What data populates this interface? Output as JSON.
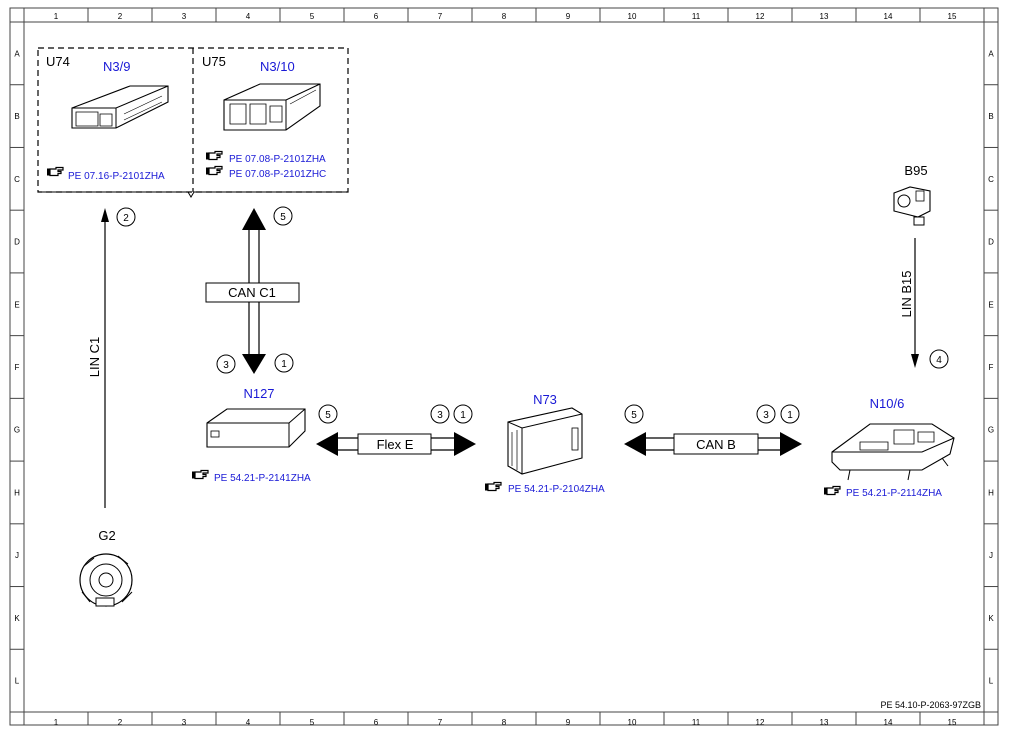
{
  "frame": {
    "col_labels": [
      "1",
      "2",
      "3",
      "4",
      "5",
      "6",
      "7",
      "8",
      "9",
      "10",
      "11",
      "12",
      "13",
      "14",
      "15"
    ],
    "row_labels": [
      "A",
      "B",
      "C",
      "D",
      "E",
      "F",
      "G",
      "H",
      "J",
      "K",
      "L"
    ]
  },
  "colors": {
    "link": "#1a1ad6",
    "ink": "#000000",
    "frame_line": "#444444"
  },
  "icons": {
    "reference": "pointing-hand-icon"
  },
  "components": {
    "u74": {
      "tag": "U74",
      "name": "N3/9",
      "ref": "PE 07.16-P-2101ZHA"
    },
    "u75": {
      "tag": "U75",
      "name": "N3/10",
      "refs": [
        "PE 07.08-P-2101ZHA",
        "PE 07.08-P-2101ZHC"
      ]
    },
    "n127": {
      "name": "N127",
      "ref": "PE 54.21-P-2141ZHA"
    },
    "n73": {
      "name": "N73",
      "ref": "PE 54.21-P-2104ZHA"
    },
    "n106": {
      "name": "N10/6",
      "ref": "PE 54.21-P-2114ZHA"
    },
    "b95": {
      "name": "B95"
    },
    "g2": {
      "name": "G2"
    }
  },
  "buses": {
    "can_c1": "CAN C1",
    "lin_c1": "LIN C1",
    "lin_b15": "LIN B15",
    "flex_e": "Flex E",
    "can_b": "CAN B"
  },
  "markers": {
    "m2": "2",
    "m5_top": "5",
    "m3_top": "3",
    "m1_top": "1",
    "m4": "4",
    "m5_flex": "5",
    "m3_flex": "3",
    "m1_flex": "1",
    "m5_canb": "5",
    "m3_canb": "3",
    "m1_canb": "1"
  },
  "document_id": "PE 54.10-P-2063-97ZGB"
}
